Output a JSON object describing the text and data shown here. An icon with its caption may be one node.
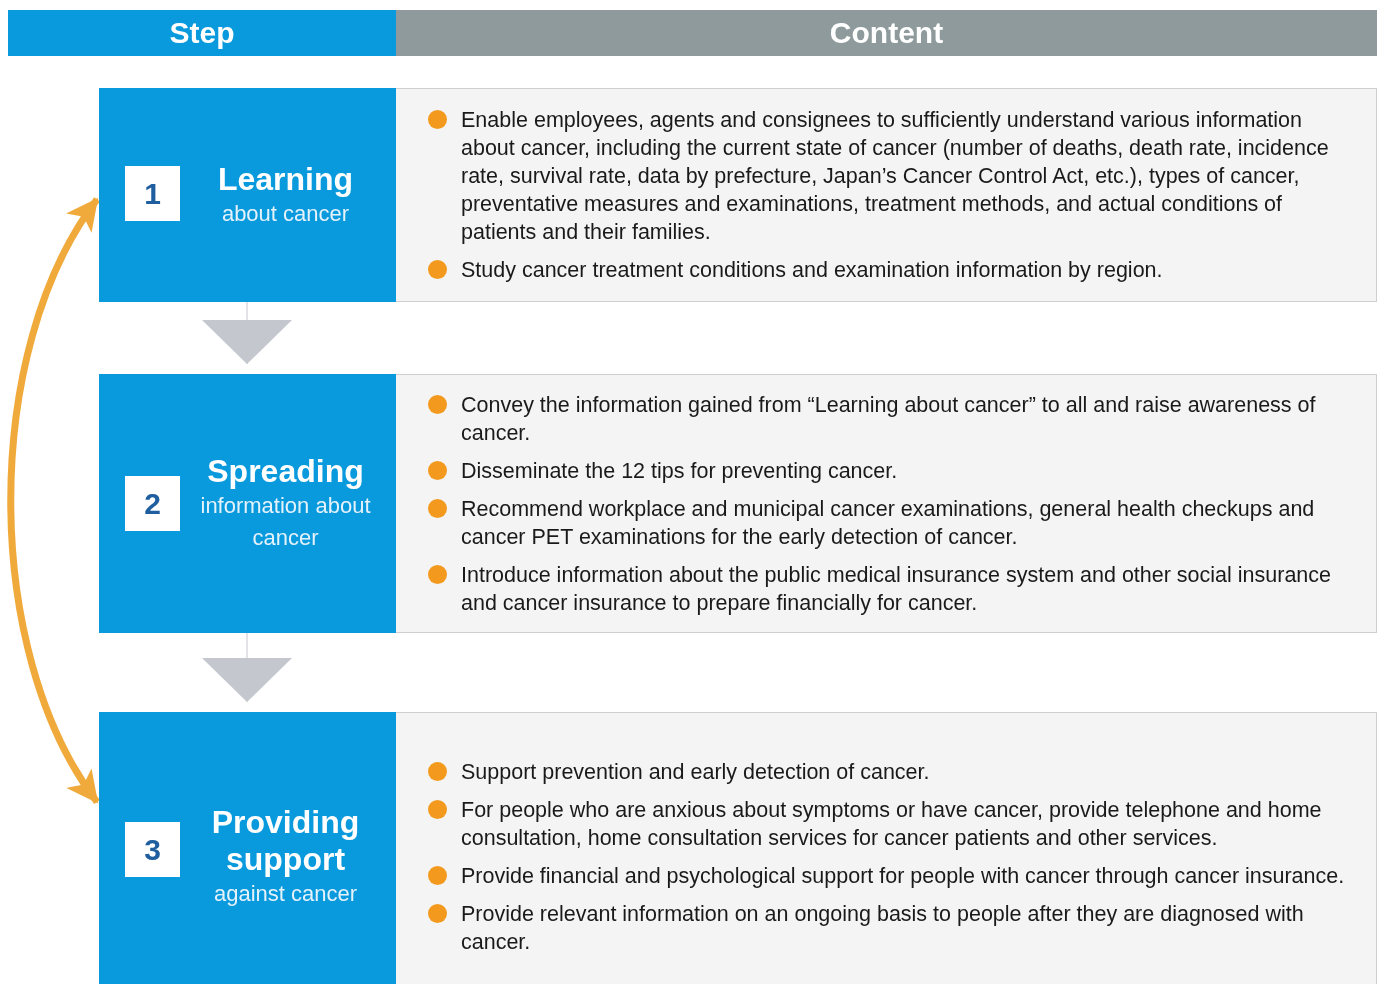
{
  "diagram": {
    "nodes": [
      {
        "text": [
          "Step"
        ]
      },
      {
        "text": [
          "Content"
        ]
      },
      {
        "text": [
          "Learning",
          "about cancer"
        ]
      },
      {
        "text": [
          "1"
        ],
        "in": 2
      },
      {
        "text": [
          "Enable employees, agents and consignees to sufficiently understand various information about cancer, including the current state of cancer (number of deaths, death rate, incidence rate, survival rate, data by prefecture, Japan’s Cancer Control Act, etc.), types of cancer, preventative measures and examinations, treatment methods, and actual conditions of patients and their families.",
          "Study cancer treatment conditions and examination information by region."
        ]
      },
      {
        "text": [
          "Spreading",
          "information about cancer"
        ]
      },
      {
        "text": [
          "2"
        ],
        "in": 5
      },
      {
        "text": [
          "Convey the information gained from “Learning about cancer” to all and raise awareness of cancer.",
          "Disseminate the 12 tips for preventing cancer.",
          "Recommend workplace and municipal cancer examinations, general health checkups and cancer PET examinations for the early detection of cancer.",
          "Introduce information about the public medical insurance system and other social insurance and cancer insurance to prepare financially for cancer."
        ]
      },
      {
        "text": [
          "Providing support",
          "against cancer"
        ]
      },
      {
        "text": [
          "3"
        ],
        "in": 8
      },
      {
        "text": [
          "Support prevention and early detection of cancer.",
          "For people who are anxious about symptoms or have cancer, provide telephone and home consultation, home consultation services for cancer patients and other services.",
          "Provide financial and psychological support for people with cancer through cancer insurance.",
          "Provide relevant information on an ongoing basis to people after they are diagnosed with cancer."
        ]
      }
    ],
    "edges": [
      {
        "from": 2,
        "to": 5,
        "arrow": "to"
      },
      {
        "from": 5,
        "to": 8,
        "arrow": "to"
      },
      {
        "from": 8,
        "to": 2,
        "arrow": "both",
        "style": "thick",
        "color": "#f0aa3c"
      }
    ]
  }
}
